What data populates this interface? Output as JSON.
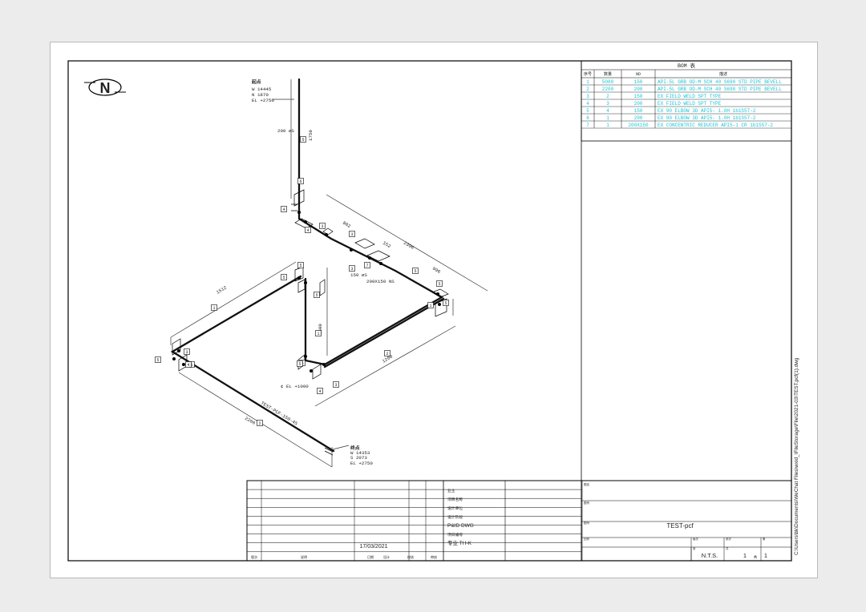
{
  "north_label": "N",
  "bom": {
    "title": "BOM 表",
    "headers": [
      "序号",
      "数量",
      "ND",
      "描述"
    ],
    "rows": [
      [
        "1",
        "5080",
        "150",
        "API-5L GRB OD-M SCH 40 S690 STD PIPE BEVELL"
      ],
      [
        "2",
        "2200",
        "200",
        "API-5L GRB OD-M SCH 40 S690 STD PIPE BEVELL"
      ],
      [
        "3",
        "2",
        "150",
        "EX FIELD WELD SPT TYPE"
      ],
      [
        "4",
        "3",
        "200",
        "EX FIELD WELD SPT TYPE"
      ],
      [
        "5",
        "4",
        "150",
        "EX 90 ELBOW 3D API5- 1.0H 1b1S57-2"
      ],
      [
        "6",
        "1",
        "200",
        "EX 90 ELBOW 3D API5- 1.0H 1b1S57-2"
      ],
      [
        "7",
        "1",
        "200X150",
        "EX CONCENTRIC REDUCER API5-1 CR 1b1S57-2"
      ]
    ]
  },
  "side_path": "C:\\Users\\bk\\Documents\\WeChat Files\\wxid_\\FileStorage\\File\\2021-03\\TEST.pcf(1).dwg",
  "annotations": {
    "top_tag": "起点",
    "top_w": "W 14445",
    "top_n": "N 1870",
    "top_el": "EL +2750",
    "dim_1750": "1750",
    "size_200": "200 øS",
    "dim_802": "802",
    "dim_152": "152",
    "dim_2396": "2396",
    "dim_996": "996",
    "size_150": "150 øS",
    "size_reducer": "200X150 NS",
    "dim_1512": "1512",
    "dim_1500": "1500",
    "dim_1200": "1200",
    "el_1000": "¢ EL +1000",
    "pcf_tag": "TEST-PCF-150-4S",
    "dim_2200": "2200",
    "end_tag": "终点",
    "end_w": "W 14353",
    "end_s": "S 2073",
    "end_el": "EL +2750"
  },
  "callouts": [
    "1",
    "2",
    "3",
    "4",
    "5",
    "6",
    "7"
  ],
  "titleblock": {
    "col_headers": [
      "版次",
      "说明",
      "日期",
      "设计",
      "校核",
      "审核"
    ],
    "date": "17/03/2021",
    "right_labels": [
      "业主",
      "项目名称",
      "设计单位",
      "设计阶段",
      "P&ID DWG",
      "项目编号",
      "专业 TH-K"
    ],
    "main_labels": [
      "图名",
      "图号",
      "图号"
    ],
    "drawing_name": "TEST-pcf",
    "small_labels": [
      "比例",
      "版次",
      "张次",
      "第",
      "张",
      "共"
    ],
    "scale": "N.T.S.",
    "sheet": "1",
    "sheet_of": "1",
    "sheet_sep": "共"
  }
}
